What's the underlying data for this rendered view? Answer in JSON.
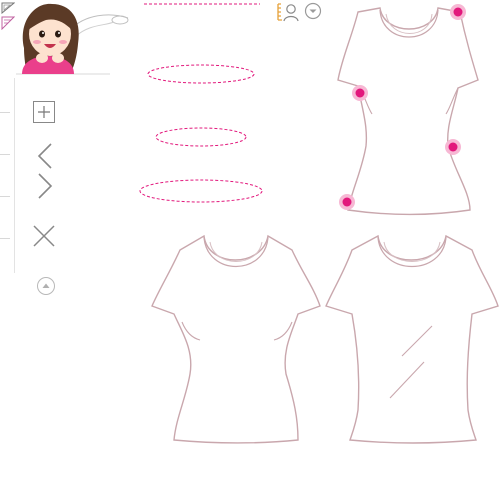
{
  "app": {
    "accent_color": "#e2187c",
    "tool_color": "#e6a23a",
    "outline_color": "#c9a7ad"
  },
  "header": {
    "corner_icons": [
      "page-corner-icon",
      "pencil-corner-icon"
    ],
    "avatar": "girl-avatar",
    "user_icon": "user-ruler-icon",
    "dropdown_icon": "chevron-down-circle-icon"
  },
  "measurements": {
    "guides": [
      "neck-guide",
      "bust-guide",
      "waist-guide",
      "hip-guide"
    ]
  },
  "toolbar": {
    "items": [
      "add-icon",
      "prev-icon",
      "next-icon",
      "close-icon",
      "scroll-up-icon"
    ]
  },
  "garments": {
    "main": {
      "name": "tshirt-main",
      "seam_points": [
        "shoulder",
        "underarm-side",
        "waist-side",
        "hem-side"
      ]
    },
    "options": [
      "tshirt-fitted",
      "tshirt-straight"
    ]
  }
}
